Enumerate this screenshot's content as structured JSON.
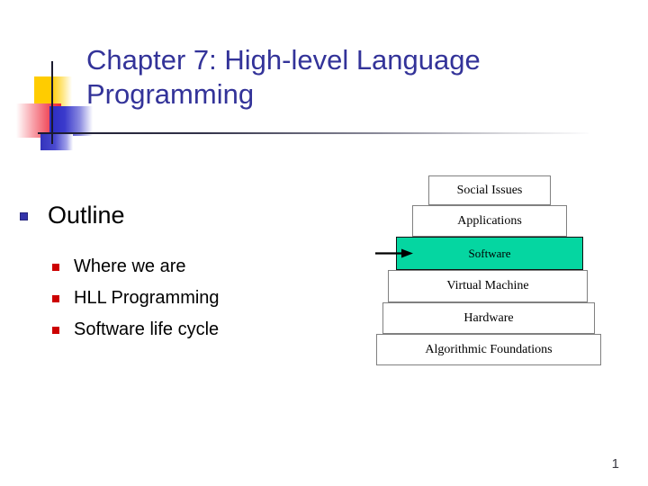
{
  "slide": {
    "title": "Chapter 7: High-level Language\nProgramming",
    "title_color": "#333399",
    "page_number": "1",
    "background": "#FFFFFF"
  },
  "decoration": {
    "yellow_swatch": "#FFCC00",
    "red_swatch": "#EE2233",
    "blue_swatch": "#3333BB",
    "rule_color": "#1A1A2E"
  },
  "outline": {
    "heading": "Outline",
    "heading_bullet_color": "#3333AA",
    "sub_bullet_color": "#CC0000",
    "items": [
      {
        "label": "Where we are"
      },
      {
        "label": "HLL Programming"
      },
      {
        "label": "Software life cycle"
      }
    ]
  },
  "pyramid": {
    "highlight_color": "#05D6A1",
    "border_color": "#808080",
    "arrow_label": "arrow-pointer",
    "layers": [
      {
        "label": "Social Issues",
        "highlighted": false
      },
      {
        "label": "Applications",
        "highlighted": false
      },
      {
        "label": "Software",
        "highlighted": true
      },
      {
        "label": "Virtual Machine",
        "highlighted": false
      },
      {
        "label": "Hardware",
        "highlighted": false
      },
      {
        "label": "Algorithmic Foundations",
        "highlighted": false
      }
    ]
  }
}
